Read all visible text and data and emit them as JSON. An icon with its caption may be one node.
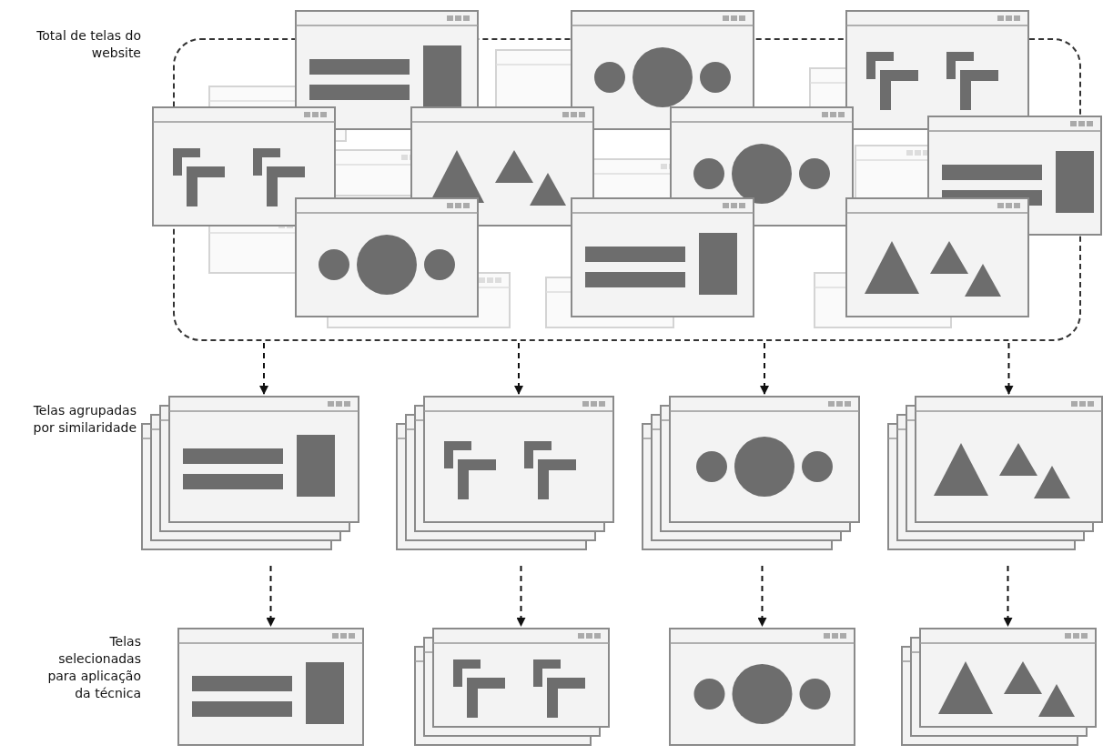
{
  "diagram": {
    "nodes": [
      {
        "text": [],
        "shape": "box"
      },
      {
        "text": [],
        "shape": "box"
      },
      {
        "text": [],
        "shape": "box"
      },
      {
        "text": [],
        "shape": "box"
      },
      {
        "text": [],
        "shape": "box"
      },
      {
        "text": [],
        "shape": "box"
      },
      {
        "text": [],
        "shape": "box"
      },
      {
        "text": [],
        "shape": "box"
      },
      {
        "text": [],
        "shape": "box"
      }
    ],
    "edges": [
      {
        "from": 0,
        "to": 1,
        "arrow": "to",
        "style": "dashed"
      },
      {
        "from": 0,
        "to": 2,
        "arrow": "to",
        "style": "dashed"
      },
      {
        "from": 0,
        "to": 3,
        "arrow": "to",
        "style": "dashed"
      },
      {
        "from": 0,
        "to": 4,
        "arrow": "to",
        "style": "dashed"
      },
      {
        "from": 1,
        "to": 5,
        "arrow": "to",
        "style": "dashed"
      },
      {
        "from": 2,
        "to": 6,
        "arrow": "to",
        "style": "dashed"
      },
      {
        "from": 3,
        "to": 7,
        "arrow": "to",
        "style": "dashed"
      },
      {
        "from": 4,
        "to": 8,
        "arrow": "to",
        "style": "dashed"
      }
    ],
    "labels": [
      "Total de telas do website",
      "Telas agrupadas por similaridade",
      "Telas selecionadas para aplicação da técnica"
    ]
  }
}
